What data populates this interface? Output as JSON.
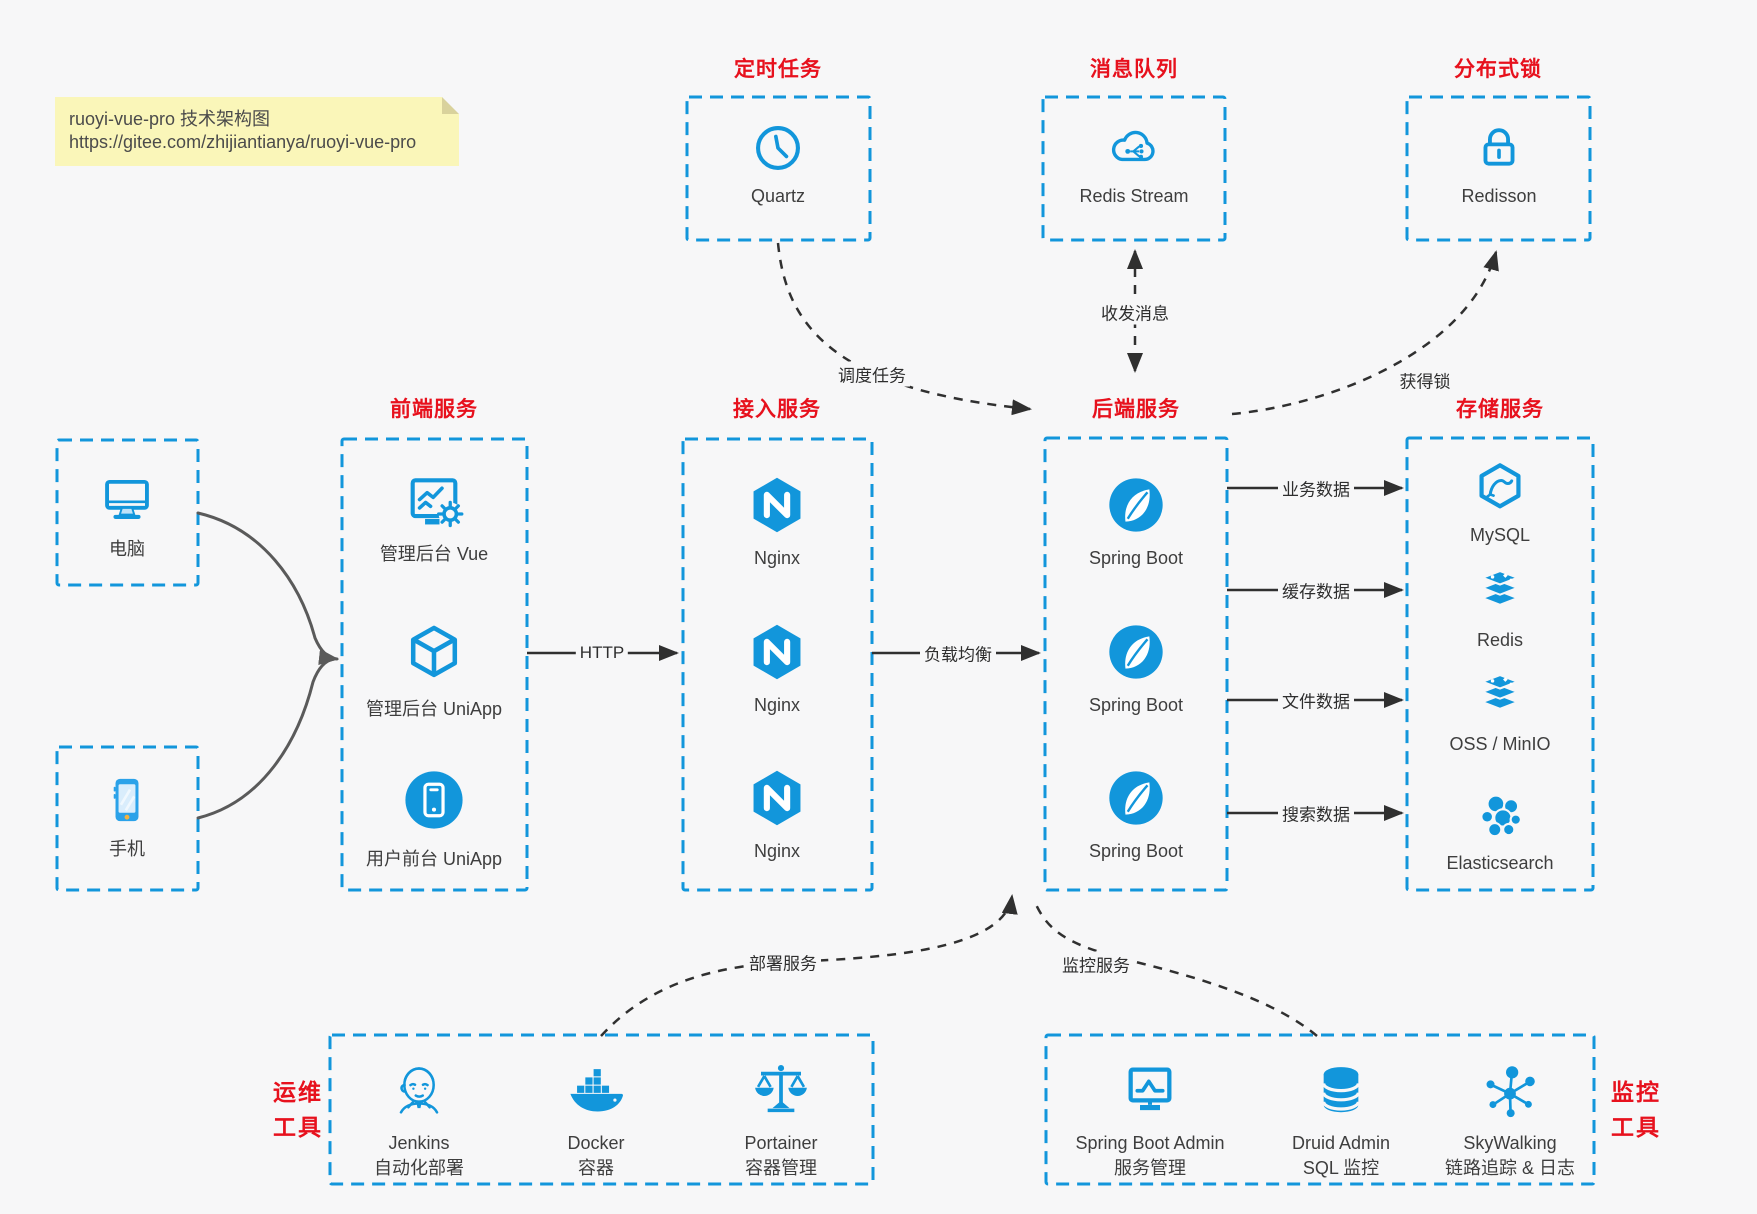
{
  "colors": {
    "accent": "#1296db",
    "heading_red": "#e7111d",
    "note_bg": "#faf6b9",
    "arrow_dark": "#303030",
    "device_arrow_gray": "#5a5a5a",
    "background": "#f7f7f8"
  },
  "note": {
    "line1": "ruoyi-vue-pro 技术架构图",
    "line2": "https://gitee.com/zhijiantianya/ruoyi-vue-pro"
  },
  "groups": {
    "scheduled_jobs": {
      "title": "定时任务",
      "items": [
        {
          "icon": "clock-icon",
          "label": "Quartz"
        }
      ]
    },
    "message_queue": {
      "title": "消息队列",
      "items": [
        {
          "icon": "cloud-network-icon",
          "label": "Redis Stream"
        }
      ]
    },
    "distributed_lock": {
      "title": "分布式锁",
      "items": [
        {
          "icon": "lock-icon",
          "label": "Redisson"
        }
      ]
    },
    "clients": {
      "items": [
        {
          "icon": "desktop-icon",
          "label": "电脑"
        },
        {
          "icon": "smartphone-icon",
          "label": "手机"
        }
      ]
    },
    "frontend": {
      "title": "前端服务",
      "items": [
        {
          "icon": "admin-vue-icon",
          "label": "管理后台 Vue"
        },
        {
          "icon": "uniapp-cube-icon",
          "label": "管理后台 UniApp"
        },
        {
          "icon": "user-app-icon",
          "label": "用户前台 UniApp"
        }
      ]
    },
    "gateway": {
      "title": "接入服务",
      "items": [
        {
          "icon": "nginx-icon",
          "label": "Nginx"
        },
        {
          "icon": "nginx-icon",
          "label": "Nginx"
        },
        {
          "icon": "nginx-icon",
          "label": "Nginx"
        }
      ]
    },
    "backend": {
      "title": "后端服务",
      "items": [
        {
          "icon": "springboot-icon",
          "label": "Spring Boot"
        },
        {
          "icon": "springboot-icon",
          "label": "Spring Boot"
        },
        {
          "icon": "springboot-icon",
          "label": "Spring Boot"
        }
      ]
    },
    "storage": {
      "title": "存储服务",
      "items": [
        {
          "icon": "mysql-icon",
          "label": "MySQL"
        },
        {
          "icon": "redis-icon",
          "label": "Redis"
        },
        {
          "icon": "oss-icon",
          "label": "OSS / MinIO"
        },
        {
          "icon": "elasticsearch-icon",
          "label": "Elasticsearch"
        }
      ]
    },
    "ops_tools": {
      "title_line1": "运维",
      "title_line2": "工具",
      "items": [
        {
          "icon": "jenkins-icon",
          "label": "Jenkins",
          "sublabel": "自动化部署"
        },
        {
          "icon": "docker-icon",
          "label": "Docker",
          "sublabel": "容器"
        },
        {
          "icon": "portainer-icon",
          "label": "Portainer",
          "sublabel": "容器管理"
        }
      ]
    },
    "monitoring_tools": {
      "title_line1": "监控",
      "title_line2": "工具",
      "items": [
        {
          "icon": "springboot-admin-icon",
          "label": "Spring Boot Admin",
          "sublabel": "服务管理"
        },
        {
          "icon": "druid-icon",
          "label": "Druid Admin",
          "sublabel": "SQL 监控"
        },
        {
          "icon": "skywalking-icon",
          "label": "SkyWalking",
          "sublabel": "链路追踪 & 日志"
        }
      ]
    }
  },
  "edges": {
    "http": "HTTP",
    "load_balance": "负载均衡",
    "schedule_task": "调度任务",
    "send_receive_messages": "收发消息",
    "acquire_lock": "获得锁",
    "business_data": "业务数据",
    "cache_data": "缓存数据",
    "file_data": "文件数据",
    "search_data": "搜索数据",
    "deploy_service": "部署服务",
    "monitor_service": "监控服务"
  }
}
